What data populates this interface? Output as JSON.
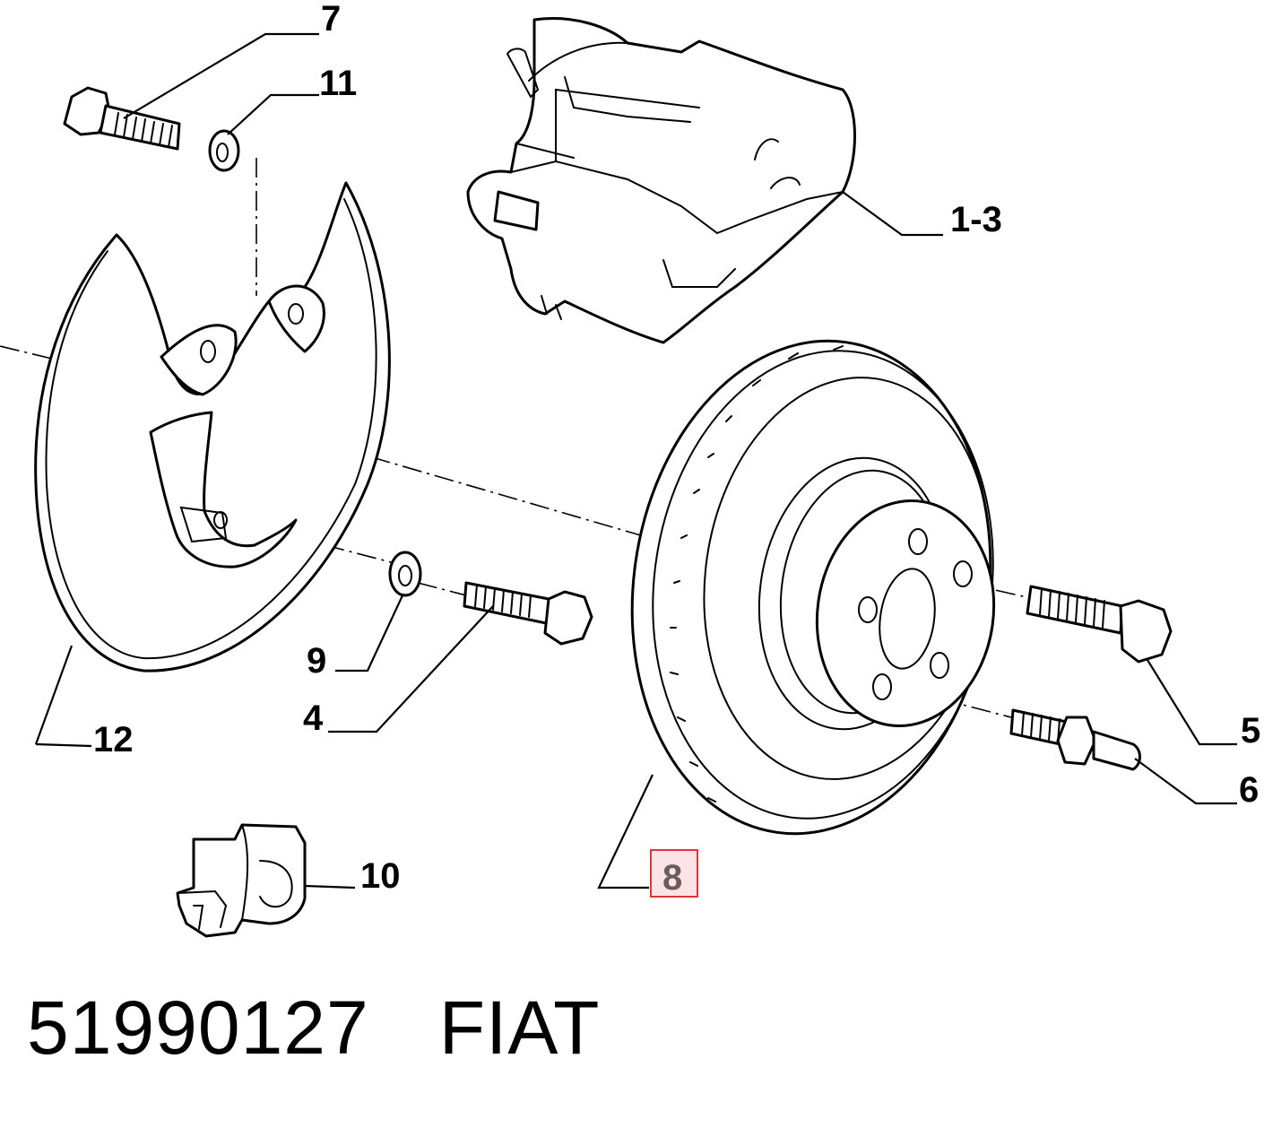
{
  "callouts": {
    "c7": "7",
    "c11": "11",
    "c1_3": "1-3",
    "c9": "9",
    "c4": "4",
    "c12": "12",
    "c5": "5",
    "c6": "6",
    "c10": "10",
    "c8": "8"
  },
  "caption": {
    "part_number": "51990127",
    "brand": "FIAT"
  },
  "colors": {
    "highlight_fill": "#fbe3e6",
    "highlight_border": "#d9363e"
  }
}
